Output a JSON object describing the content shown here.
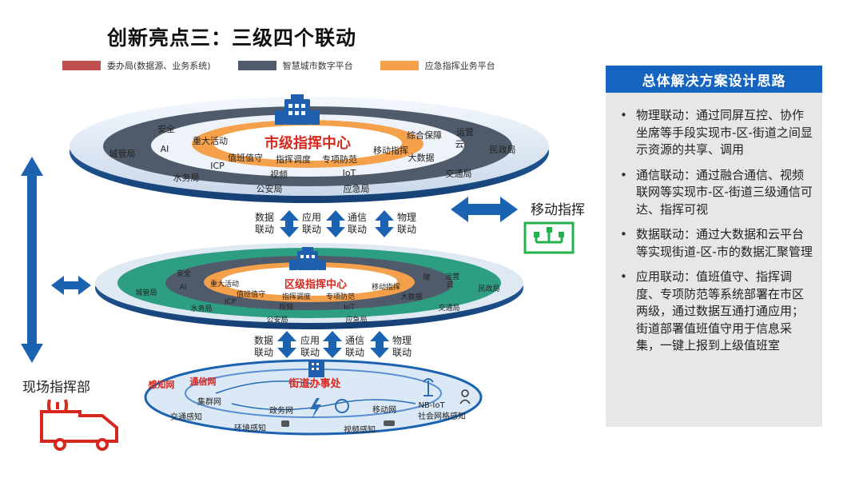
{
  "title": "创新亮点三：三级四个联动",
  "legend": [
    {
      "label": "委办局(数据源、业务系统)",
      "color": "#c0504d"
    },
    {
      "label": "智慧城市数字平台",
      "color": "#4f5b6b"
    },
    {
      "label": "应急指挥业务平台",
      "color": "#f5a04a"
    }
  ],
  "city": {
    "center": "市级指挥中心",
    "inner": [
      "重大活动",
      "值班值守",
      "指挥调度",
      "专项防范",
      "移动指挥"
    ],
    "middle": [
      "安全",
      "AI",
      "ICP",
      "视频",
      "IoT",
      "大数据",
      "综合保障",
      "云"
    ],
    "outer": [
      "城管局",
      "水务局",
      "公安局",
      "应急局",
      "交通局",
      "民政局",
      "运营"
    ]
  },
  "district": {
    "center": "区级指挥中心",
    "inner": [
      "重大活动",
      "值班值守",
      "指挥调度",
      "专项防范",
      "移动指挥"
    ],
    "middle": [
      "安全",
      "AI",
      "ICP",
      "视频",
      "IoT",
      "大数据",
      "障",
      "云"
    ],
    "outer": [
      "城管局",
      "水务局",
      "公安局",
      "应急局",
      "交通局",
      "民政局",
      "运营"
    ]
  },
  "street": {
    "center": "街道办事处",
    "networks": [
      "感知网",
      "通信网",
      "集群网",
      "政务网",
      "移动网",
      "NB-IoT"
    ],
    "sensing": [
      "交通感知",
      "环境感知",
      "视频感知",
      "社会网格感知"
    ]
  },
  "links": {
    "upper": [
      "数据\n联动",
      "应用\n联动",
      "通信\n联动",
      "物理\n联动"
    ],
    "lower": [
      "数据\n联动",
      "应用\n联动",
      "通信\n联动",
      "物理\n联动"
    ]
  },
  "mobile_command": "移动指挥",
  "field_command": "现场指挥部",
  "panel": {
    "heading": "总体解决方案设计思路",
    "bullets": [
      "物理联动：通过同屏互控、协作坐席等手段实现市-区-街道之间显示资源的共享、调用",
      "通信联动：通过融合通信、视频联网等实现市-区-街道三级通信可达、指挥可视",
      "数据联动：通过大数据和云平台等实现街道-区-市的数据汇聚管理",
      "应用联动：值班值守、指挥调度、专项防范等系统部署在市区两级，通过数据互通打通应用；街道部署值班值守用于信息采集，一键上报到上级值班室"
    ]
  },
  "colors": {
    "accent": "#1565c0",
    "orange": "#f5a04a",
    "teal": "#2e9e82",
    "red": "#d6281f",
    "green": "#22b14c"
  }
}
